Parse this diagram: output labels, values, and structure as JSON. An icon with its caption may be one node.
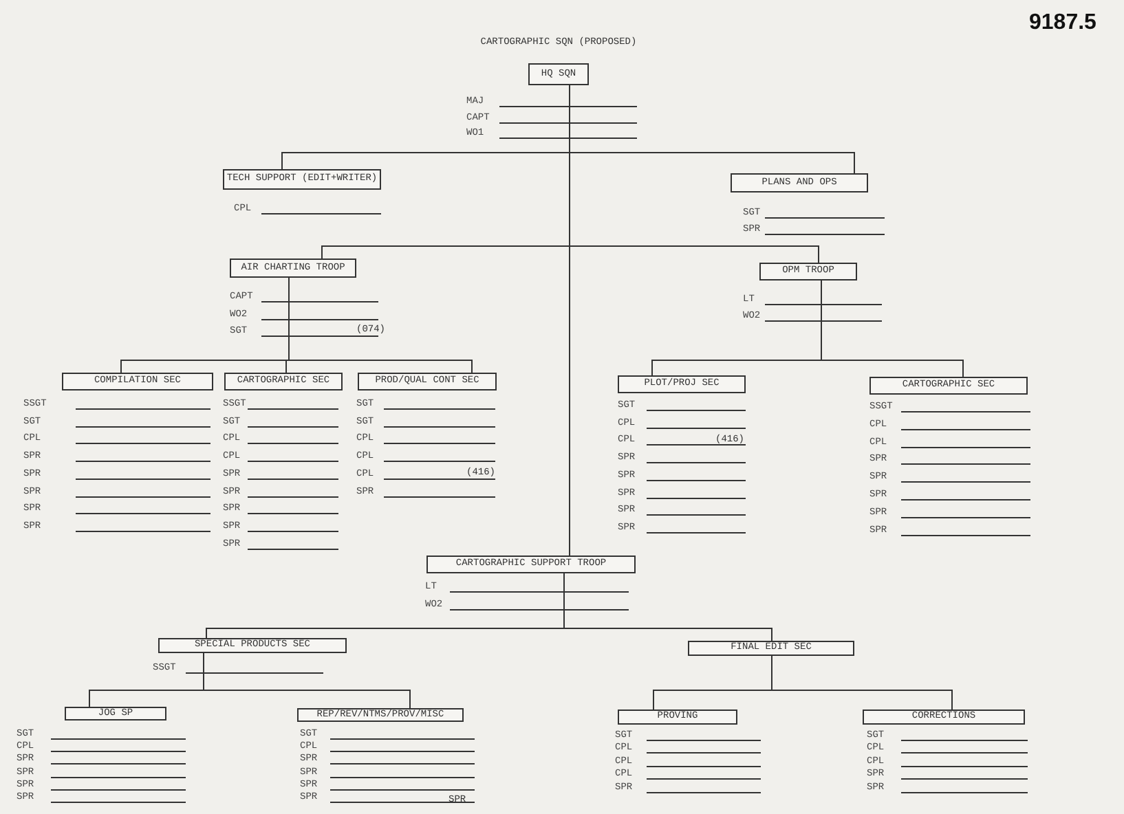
{
  "diagram": {
    "title": "CARTOGRAPHIC SQN (PROPOSED)",
    "nodes": [
      {
        "text": [
          "HQ SQN"
        ],
        "beside": [
          "MAJ",
          "CAPT",
          "WO1"
        ]
      },
      {
        "text": [
          "TECH SUPPORT (EDIT+WRITER)"
        ],
        "beside": [
          "CPL"
        ]
      },
      {
        "text": [
          "PLANS AND OPS"
        ],
        "beside": [
          "SGT",
          "SPR"
        ]
      },
      {
        "text": [
          "AIR CHARTING TROOP"
        ],
        "beside": [
          "CAPT",
          "WO2",
          "SGT"
        ]
      },
      {
        "text": [
          "OPM TROOP"
        ],
        "beside": [
          "LT",
          "WO2"
        ]
      },
      {
        "text": [
          "COMPILATION SEC"
        ],
        "beside": [
          "SSGT",
          "SGT",
          "CPL",
          "SPR",
          "SPR",
          "SPR",
          "SPR",
          "SPR"
        ]
      },
      {
        "text": [
          "CARTOGRAPHIC SEC"
        ],
        "beside": [
          "SSGT",
          "SGT",
          "CPL",
          "CPL",
          "SPR",
          "SPR",
          "SPR",
          "SPR",
          "SPR"
        ]
      },
      {
        "text": [
          "PROD/QUAL CONT SEC"
        ],
        "beside": [
          "SGT",
          "SGT",
          "CPL",
          "CPL",
          "CPL",
          "SPR"
        ]
      },
      {
        "text": [
          "PLOT/PROJ SEC"
        ],
        "beside": [
          "SGT",
          "CPL",
          "CPL",
          "SPR",
          "SPR",
          "SPR",
          "SPR",
          "SPR"
        ]
      },
      {
        "text": [
          "CARTOGRAPHIC SEC"
        ],
        "beside": [
          "SSGT",
          "CPL",
          "CPL",
          "SPR",
          "SPR",
          "SPR",
          "SPR",
          "SPR"
        ]
      },
      {
        "text": [
          "CARTOGRAPHIC SUPPORT TROOP"
        ],
        "beside": [
          "LT",
          "WO2"
        ]
      },
      {
        "text": [
          "SPECIAL PRODUCTS SEC"
        ],
        "beside": [
          "SSGT"
        ]
      },
      {
        "text": [
          "FINAL EDIT SEC"
        ]
      },
      {
        "text": [
          "JOG SP"
        ],
        "beside": [
          "SGT",
          "CPL",
          "SPR",
          "SPR",
          "SPR",
          "SPR"
        ]
      },
      {
        "text": [
          "REP/REV/NTMS/PROV/MISC"
        ],
        "beside": [
          "SGT",
          "CPL",
          "SPR",
          "SPR",
          "SPR",
          "SPR"
        ]
      },
      {
        "text": [
          "PROVING"
        ],
        "beside": [
          "SGT",
          "CPL",
          "CPL",
          "CPL",
          "SPR"
        ]
      },
      {
        "text": [
          "CORRECTIONS"
        ],
        "beside": [
          "SGT",
          "CPL",
          "CPL",
          "SPR",
          "SPR"
        ]
      }
    ],
    "edges": [
      {
        "from": 0,
        "to": 1,
        "arrow": "none"
      },
      {
        "from": 0,
        "to": 2,
        "arrow": "none"
      },
      {
        "from": 0,
        "to": 3,
        "arrow": "none"
      },
      {
        "from": 0,
        "to": 4,
        "arrow": "none"
      },
      {
        "from": 0,
        "to": 10,
        "arrow": "none"
      },
      {
        "from": 3,
        "to": 5,
        "arrow": "none"
      },
      {
        "from": 3,
        "to": 6,
        "arrow": "none"
      },
      {
        "from": 3,
        "to": 7,
        "arrow": "none"
      },
      {
        "from": 4,
        "to": 8,
        "arrow": "none"
      },
      {
        "from": 4,
        "to": 9,
        "arrow": "none"
      },
      {
        "from": 10,
        "to": 11,
        "arrow": "none"
      },
      {
        "from": 10,
        "to": 12,
        "arrow": "none"
      },
      {
        "from": 11,
        "to": 13,
        "arrow": "none"
      },
      {
        "from": 11,
        "to": 14,
        "arrow": "none"
      },
      {
        "from": 12,
        "to": 15,
        "arrow": "none"
      },
      {
        "from": 12,
        "to": 16,
        "arrow": "none"
      }
    ],
    "labels": [
      "9187.5",
      "(074)",
      "(416)",
      "(416)",
      "SPR"
    ]
  }
}
